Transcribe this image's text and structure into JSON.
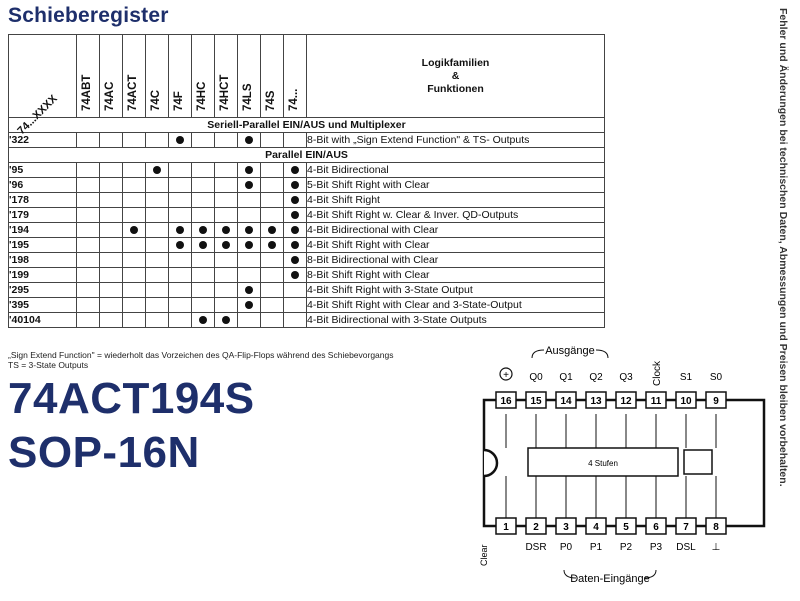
{
  "title": "Schieberegister",
  "table": {
    "col_first": "74...XXXX",
    "families": [
      "74ABT",
      "74AC",
      "74ACT",
      "74C",
      "74F",
      "74HC",
      "74HCT",
      "74LS",
      "74S",
      "74..."
    ],
    "logik_lines": [
      "Logikfamilien",
      "&",
      "Funktionen"
    ],
    "sections": [
      {
        "heading": "Seriell-Parallel EIN/AUS und Multiplexer",
        "rows": [
          {
            "part": "'322",
            "dots": [
              0,
              0,
              0,
              0,
              1,
              0,
              0,
              1,
              0,
              0
            ],
            "func": "8-Bit with „Sign Extend Function\" & TS- Outputs"
          }
        ]
      },
      {
        "heading": "Parallel EIN/AUS",
        "rows": [
          {
            "part": "'95",
            "dots": [
              0,
              0,
              0,
              1,
              0,
              0,
              0,
              1,
              0,
              1
            ],
            "func": "4-Bit Bidirectional"
          },
          {
            "part": "'96",
            "dots": [
              0,
              0,
              0,
              0,
              0,
              0,
              0,
              1,
              0,
              1
            ],
            "func": "5-Bit Shift Right with Clear"
          },
          {
            "part": "'178",
            "dots": [
              0,
              0,
              0,
              0,
              0,
              0,
              0,
              0,
              0,
              1
            ],
            "func": "4-Bit Shift Right"
          },
          {
            "part": "'179",
            "dots": [
              0,
              0,
              0,
              0,
              0,
              0,
              0,
              0,
              0,
              1
            ],
            "func": "4-Bit Shift Right w. Clear & Inver. QD-Outputs"
          },
          {
            "part": "'194",
            "dots": [
              0,
              0,
              1,
              0,
              1,
              1,
              1,
              1,
              1,
              1
            ],
            "func": "4-Bit Bidirectional with Clear"
          },
          {
            "part": "'195",
            "dots": [
              0,
              0,
              0,
              0,
              1,
              1,
              1,
              1,
              1,
              1
            ],
            "func": "4-Bit Shift Right with Clear"
          },
          {
            "part": "'198",
            "dots": [
              0,
              0,
              0,
              0,
              0,
              0,
              0,
              0,
              0,
              1
            ],
            "func": "8-Bit Bidirectional with Clear"
          },
          {
            "part": "'199",
            "dots": [
              0,
              0,
              0,
              0,
              0,
              0,
              0,
              0,
              0,
              1
            ],
            "func": "8-Bit Shift Right with Clear"
          },
          {
            "part": "'295",
            "dots": [
              0,
              0,
              0,
              0,
              0,
              0,
              0,
              1,
              0,
              0
            ],
            "func": "4-Bit Shift Right with 3-State Output"
          },
          {
            "part": "'395",
            "dots": [
              0,
              0,
              0,
              0,
              0,
              0,
              0,
              1,
              0,
              0
            ],
            "func": "4-Bit Shift Right with Clear and 3-State-Output"
          },
          {
            "part": "'40104",
            "dots": [
              0,
              0,
              0,
              0,
              0,
              1,
              1,
              0,
              0,
              0
            ],
            "func": "4-Bit Bidirectional with 3-State Outputs"
          }
        ]
      }
    ]
  },
  "footnote": {
    "line1": "„Sign Extend Function\" = wiederholt das Vorzeichen des QA-Flip-Flops während des Schiebevorgangs",
    "line2": "TS = 3-State Outputs"
  },
  "part_name": "74ACT194S",
  "package": "SOP-16N",
  "side_note": "Fehler und Änderungen bei technischen Daten, Abmessungen und Preisen bleiben vorbehalten.",
  "pinout": {
    "outputs_label": "Ausgänge",
    "inputs_label": "Daten-Eingänge",
    "center_label": "4 Stufen",
    "top_pins": [
      {
        "num": "16",
        "label": "+"
      },
      {
        "num": "15",
        "label": "Q0"
      },
      {
        "num": "14",
        "label": "Q1"
      },
      {
        "num": "13",
        "label": "Q2"
      },
      {
        "num": "12",
        "label": "Q3"
      },
      {
        "num": "11",
        "label": "Clock"
      },
      {
        "num": "10",
        "label": "S1"
      },
      {
        "num": "9",
        "label": "S0"
      }
    ],
    "bottom_pins": [
      {
        "num": "1",
        "label": "Clear"
      },
      {
        "num": "2",
        "label": "DSR"
      },
      {
        "num": "3",
        "label": "P0"
      },
      {
        "num": "4",
        "label": "P1"
      },
      {
        "num": "5",
        "label": "P2"
      },
      {
        "num": "6",
        "label": "P3"
      },
      {
        "num": "7",
        "label": "DSL"
      },
      {
        "num": "8",
        "label": "⊥"
      }
    ]
  }
}
